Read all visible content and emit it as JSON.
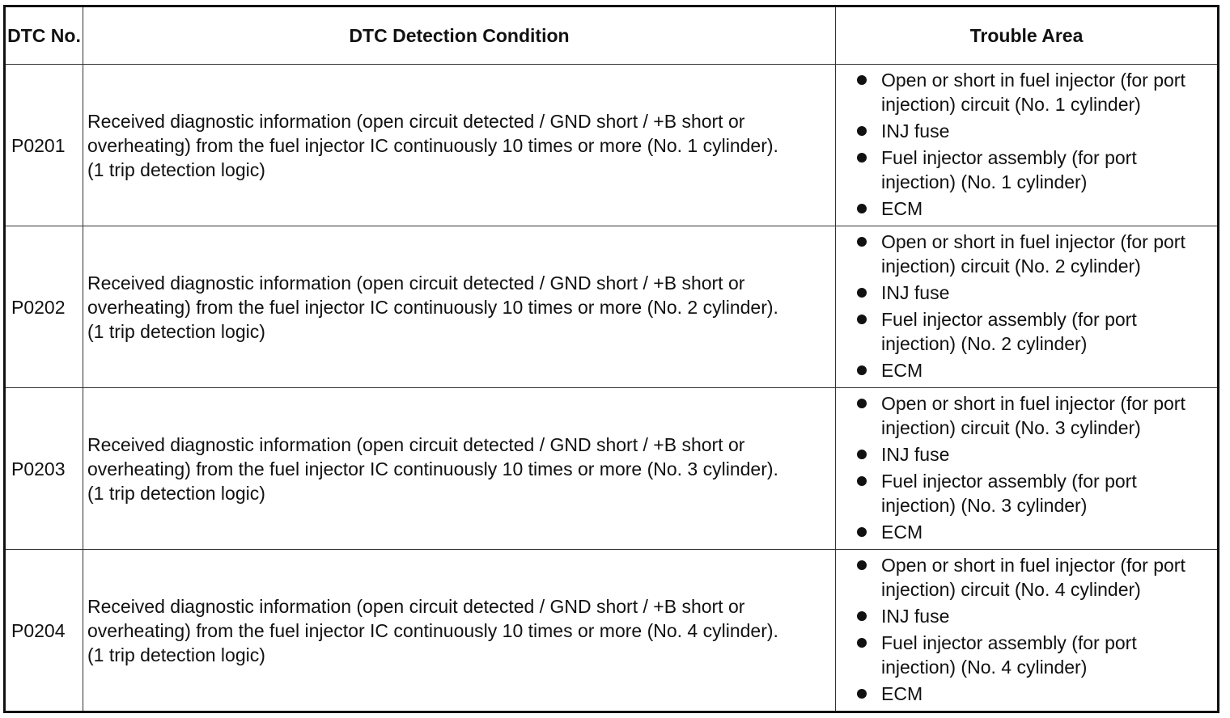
{
  "table": {
    "headers": {
      "dtc_no": "DTC No.",
      "condition": "DTC Detection Condition",
      "trouble_area": "Trouble Area"
    },
    "rows": [
      {
        "dtc": "P0201",
        "condition_lines": [
          "Received diagnostic information (open circuit detected / GND short / +B short or overheating) from the fuel injector IC continuously 10 times or more (No. 1 cylinder).",
          "(1 trip detection logic)"
        ],
        "trouble_areas": [
          "Open or short in fuel injector (for port injection) circuit (No. 1 cylinder)",
          "INJ fuse",
          "Fuel injector assembly (for port injection) (No. 1 cylinder)",
          "ECM"
        ]
      },
      {
        "dtc": "P0202",
        "condition_lines": [
          "Received diagnostic information (open circuit detected / GND short / +B short or overheating) from the fuel injector IC continuously 10 times or more (No. 2 cylinder).",
          "(1 trip detection logic)"
        ],
        "trouble_areas": [
          "Open or short in fuel injector (for port injection) circuit (No. 2 cylinder)",
          "INJ fuse",
          "Fuel injector assembly (for port injection) (No. 2 cylinder)",
          "ECM"
        ]
      },
      {
        "dtc": "P0203",
        "condition_lines": [
          "Received diagnostic information (open circuit detected / GND short / +B short or overheating) from the fuel injector IC continuously 10 times or more (No. 3 cylinder).",
          "(1 trip detection logic)"
        ],
        "trouble_areas": [
          "Open or short in fuel injector (for port injection) circuit (No. 3 cylinder)",
          "INJ fuse",
          "Fuel injector assembly (for port injection) (No. 3 cylinder)",
          "ECM"
        ]
      },
      {
        "dtc": "P0204",
        "condition_lines": [
          "Received diagnostic information (open circuit detected / GND short / +B short or overheating) from the fuel injector IC continuously 10 times or more (No. 4 cylinder).",
          "(1 trip detection logic)"
        ],
        "trouble_areas": [
          "Open or short in fuel injector (for port injection) circuit (No. 4 cylinder)",
          "INJ fuse",
          "Fuel injector assembly (for port injection) (No. 4 cylinder)",
          "ECM"
        ]
      }
    ]
  }
}
